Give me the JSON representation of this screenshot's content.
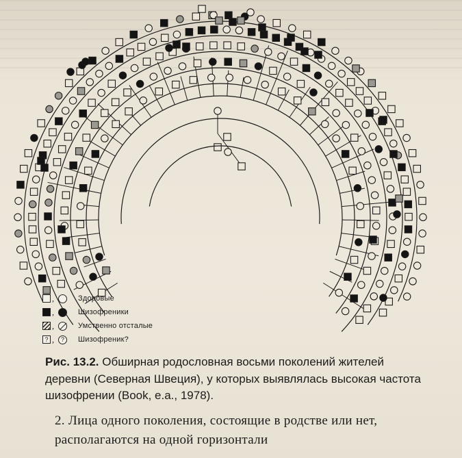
{
  "legend": [
    {
      "key": "healthy",
      "label": "Здоровые"
    },
    {
      "key": "schizo",
      "label": "Шизофреники"
    },
    {
      "key": "retarded",
      "label": "Умственно отсталые"
    },
    {
      "key": "suspected",
      "label": "Шизофреник?"
    }
  ],
  "legend_symbol_text": {
    "question": "?",
    "comma": ","
  },
  "caption": {
    "label": "Рис. 13.2.",
    "text": "Обширная родословная восьми поколений жителей деревни (Северная Швеция), у которых выявлялась высокая частота шизофрении (Book, e.a., 1978)."
  },
  "paragraph": {
    "text": "2. Лица одного поколения, состоящие в родстве или нет, располагаются на одной горизонтали"
  },
  "colors": {
    "ink": "#1c1b1a",
    "paper": "#eee8dc",
    "affected": "#141414",
    "shaded": "#9a9890"
  }
}
